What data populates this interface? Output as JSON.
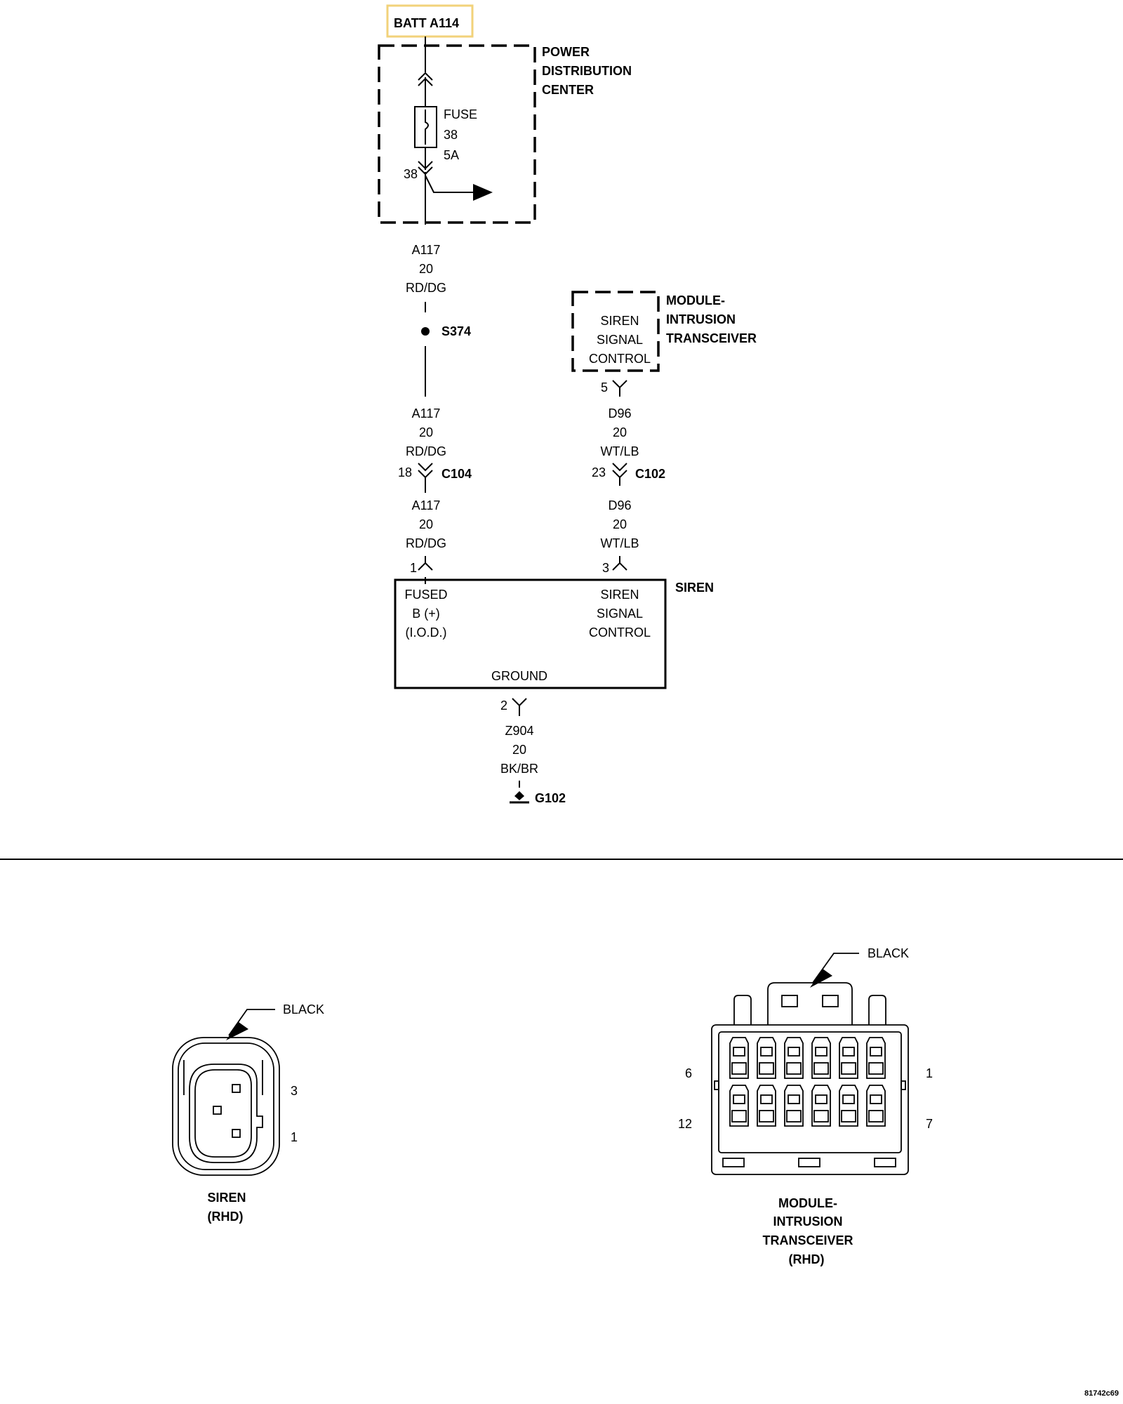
{
  "batt": {
    "label": "BATT A114",
    "highlight_color": "#f2d27a"
  },
  "pdc": {
    "line1": "POWER",
    "line2": "DISTRIBUTION",
    "line3": "CENTER",
    "fuse_label": "FUSE",
    "fuse_number": "38",
    "fuse_rating": "5A",
    "cavity": "38"
  },
  "wire_a117_top": {
    "circuit": "A117",
    "gauge": "20",
    "color": "RD/DG"
  },
  "splice": {
    "label": "S374"
  },
  "wire_a117_mid": {
    "circuit": "A117",
    "gauge": "20",
    "color": "RD/DG"
  },
  "c104": {
    "label": "C104",
    "pin": "18"
  },
  "wire_a117_bot": {
    "circuit": "A117",
    "gauge": "20",
    "color": "RD/DG"
  },
  "mit": {
    "title1": "MODULE-",
    "title2": "INTRUSION",
    "title3": "TRANSCEIVER",
    "inner1": "SIREN",
    "inner2": "SIGNAL",
    "inner3": "CONTROL",
    "pin": "5"
  },
  "wire_d96_top": {
    "circuit": "D96",
    "gauge": "20",
    "color": "WT/LB"
  },
  "c102": {
    "label": "C102",
    "pin": "23"
  },
  "wire_d96_bot": {
    "circuit": "D96",
    "gauge": "20",
    "color": "WT/LB"
  },
  "siren": {
    "title": "SIREN",
    "pin_left": "1",
    "pin_right": "3",
    "pin_ground": "2",
    "left1": "FUSED",
    "left2": "B (+)",
    "left3": "(I.O.D.)",
    "right1": "SIREN",
    "right2": "SIGNAL",
    "right3": "CONTROL",
    "ground": "GROUND"
  },
  "wire_z904": {
    "circuit": "Z904",
    "gauge": "20",
    "color": "BK/BR"
  },
  "ground_point": {
    "label": "G102"
  },
  "siren_connector": {
    "color": "BLACK",
    "pin_top": "3",
    "pin_bottom": "1",
    "caption1": "SIREN",
    "caption2": "(RHD)"
  },
  "mit_connector": {
    "color": "BLACK",
    "pin_tl": "6",
    "pin_tr": "1",
    "pin_bl": "12",
    "pin_br": "7",
    "caption1": "MODULE-",
    "caption2": "INTRUSION",
    "caption3": "TRANSCEIVER",
    "caption4": "(RHD)"
  },
  "figure_id": "81742c69"
}
